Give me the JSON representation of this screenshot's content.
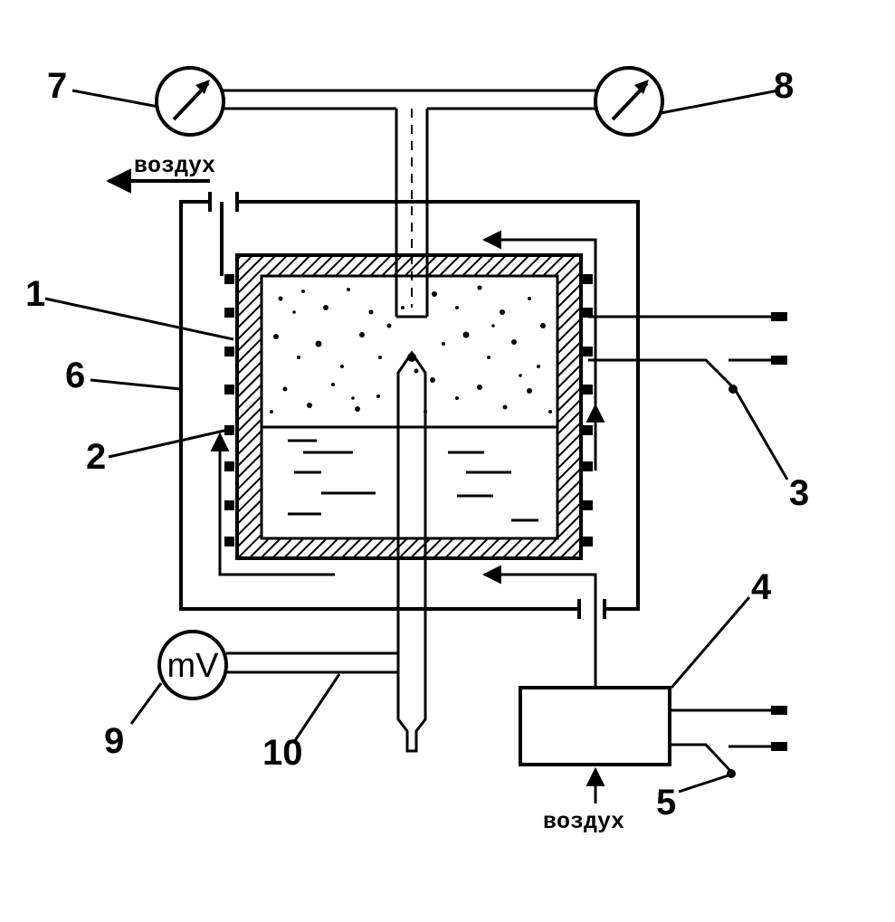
{
  "labels": {
    "air_top": "воздух",
    "air_bottom": "воздух",
    "millivoltmeter": "mV"
  },
  "callouts": [
    "1",
    "2",
    "3",
    "4",
    "5",
    "6",
    "7",
    "8",
    "9",
    "10"
  ],
  "colors": {
    "ink": "#000000",
    "background": "#ffffff"
  }
}
